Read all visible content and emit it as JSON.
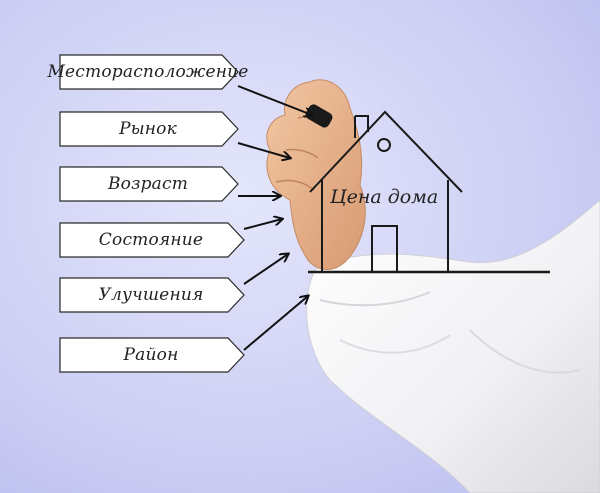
{
  "factors": [
    {
      "label": "Месторасположение"
    },
    {
      "label": "Рынок"
    },
    {
      "label": "Возраст"
    },
    {
      "label": "Состояние"
    },
    {
      "label": "Улучшения"
    },
    {
      "label": "Район"
    }
  ],
  "house_label": "Цена дома",
  "colors": {
    "background": "#cfd1f5",
    "label_fill": "#ffffff",
    "ink": "#1a1a1a"
  }
}
